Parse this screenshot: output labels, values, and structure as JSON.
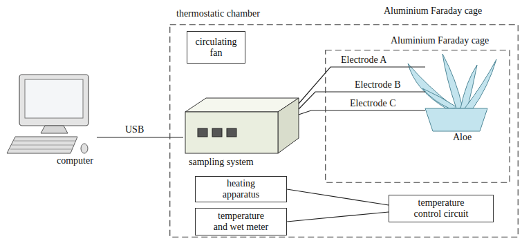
{
  "diagram": {
    "nodes": [
      {
        "text": [
          "thermostatic chamber",
          "Aluminium Faraday cage"
        ]
      },
      {
        "text": [
          "Aluminium Faraday cage"
        ],
        "in": 0
      },
      {
        "text": [
          "circulating fan"
        ],
        "in": 0
      },
      {
        "text": [
          "Aloe"
        ],
        "in": 1
      },
      {
        "text": [
          "computer"
        ]
      },
      {
        "text": [
          "sampling system"
        ],
        "in": 0
      },
      {
        "text": [
          "heating apparatus"
        ],
        "in": 0
      },
      {
        "text": [
          "temperature and wet meter"
        ],
        "in": 0
      },
      {
        "text": [
          "temperature control circuit"
        ],
        "in": 0
      }
    ],
    "edges": [
      {
        "from": 4,
        "to": 5,
        "label": "USB",
        "arrow": "none"
      },
      {
        "from": 5,
        "to": 3,
        "label": "Electrode A",
        "arrow": "none"
      },
      {
        "from": 5,
        "to": 3,
        "label": "Electrode B",
        "arrow": "none"
      },
      {
        "from": 5,
        "to": 3,
        "label": "Electrode C",
        "arrow": "none"
      },
      {
        "from": 6,
        "to": 8,
        "arrow": "none"
      },
      {
        "from": 7,
        "to": 8,
        "arrow": "none"
      }
    ]
  }
}
